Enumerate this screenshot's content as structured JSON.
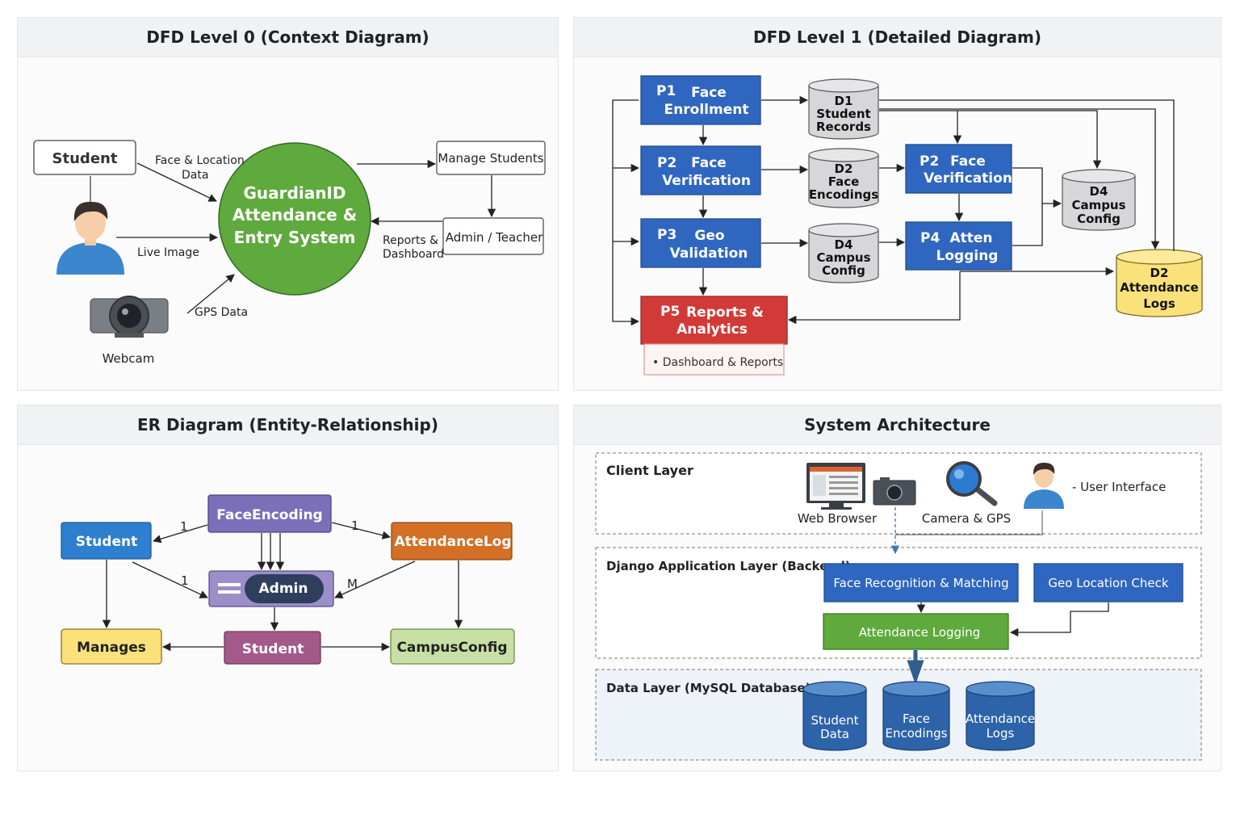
{
  "panels": {
    "dfd0": {
      "title": "DFD Level 0 (Context Diagram)"
    },
    "dfd1": {
      "title": "DFD Level 1 (Detailed Diagram)"
    },
    "er": {
      "title": "ER Diagram (Entity-Relationship)"
    },
    "arch": {
      "title": "System Architecture"
    }
  },
  "dfd0": {
    "student": "Student",
    "system": [
      "GuardianID",
      "Attendance &",
      "Entry System"
    ],
    "manage_students": "Manage Students",
    "admin_teacher": "Admin / Teacher",
    "face_location": [
      "Face & Location",
      "Data"
    ],
    "live_image": "Live Image",
    "gps_data": "GPS Data",
    "webcam": "Webcam",
    "reports_dashboard": [
      "Reports &",
      "Dashboard"
    ]
  },
  "dfd1": {
    "p1": {
      "id": "P1",
      "line1": "Face",
      "line2": "Enrollment"
    },
    "p2": {
      "id": "P2",
      "line1": "Face",
      "line2": "Verification"
    },
    "p3": {
      "id": "P3",
      "line1": "Geo",
      "line2": "Validation"
    },
    "p2b": {
      "id": "P2",
      "line1": "Face",
      "line2": "Verification"
    },
    "p4": {
      "id": "P4",
      "line1": "Atten",
      "line2": "Logging"
    },
    "p5": {
      "id": "P5",
      "line1": "Reports &",
      "line2": "Analytics"
    },
    "p5_sub": "• Dashboard & Reports",
    "d1": [
      "D1",
      "Student",
      "Records"
    ],
    "d2": [
      "D2",
      "Face",
      "Encodings"
    ],
    "d4a": [
      "D4",
      "Campus",
      "Config"
    ],
    "d4b": [
      "D4",
      "Campus",
      "Config"
    ],
    "d2b": [
      "D2",
      "Attendance",
      "Logs"
    ]
  },
  "er": {
    "face_encoding": "FaceEncoding",
    "student_top": "Student",
    "attendance_log": "AttendanceLog",
    "admin": "Admin",
    "manages": "Manages",
    "student_mid": "Student",
    "campus_config": "CampusConfig",
    "card_1a": "1",
    "card_1b": "1",
    "card_1c": "1",
    "card_m": "M"
  },
  "arch": {
    "client_layer": "Client Layer",
    "web_browser": "Web Browser",
    "camera_gps": "Camera & GPS",
    "user_interface": "- User Interface",
    "django_layer": "Django Application Layer (Backend)",
    "face_recognition": "Face Recognition & Matching",
    "geo_check": "Geo Location Check",
    "attendance_logging": "Attendance Logging",
    "data_layer": "Data Layer (MySQL Database)",
    "db1": [
      "Student",
      "Data"
    ],
    "db2": [
      "Face",
      "Encodings"
    ],
    "db3": [
      "Attendance",
      "Logs"
    ]
  },
  "colors": {
    "blue": "#2f66bf",
    "red": "#d23a37",
    "green_circle": "#5faa3c",
    "purple": "#7b6fb8",
    "orange": "#d46f26",
    "yellow": "#fbe17a",
    "light_green": "#c8e0a5",
    "mauve": "#a3598a",
    "db_blue": "#2d63a8",
    "cyl_gray": "#d7d7d9"
  }
}
